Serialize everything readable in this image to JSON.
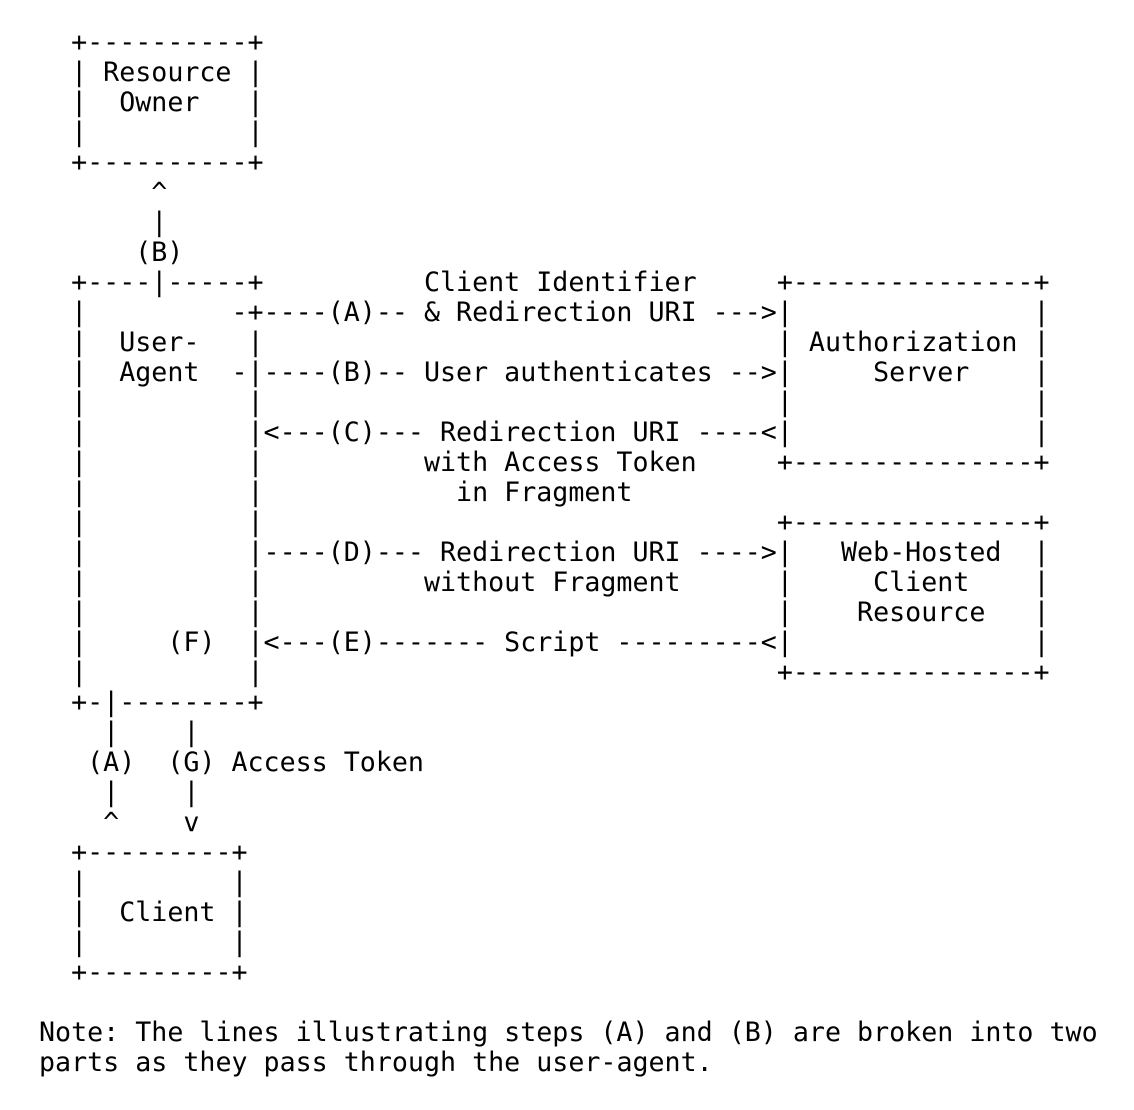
{
  "lines": [
    "  +----------+",
    "  | Resource |",
    "  |  Owner   |",
    "  |          |",
    "  +----------+",
    "       ^",
    "       |",
    "      (B)",
    "  +----|-----+          Client Identifier     +---------------+",
    "  |         -+----(A)-- & Redirection URI --->|               |",
    "  |  User-   |                                | Authorization |",
    "  |  Agent  -|----(B)-- User authenticates -->|     Server    |",
    "  |          |                                |               |",
    "  |          |<---(C)--- Redirection URI ----<|               |",
    "  |          |          with Access Token     +---------------+",
    "  |          |            in Fragment",
    "  |          |                                +---------------+",
    "  |          |----(D)--- Redirection URI ---->|   Web-Hosted  |",
    "  |          |          without Fragment      |     Client    |",
    "  |          |                                |    Resource   |",
    "  |     (F)  |<---(E)------- Script ---------<|               |",
    "  |          |                                +---------------+",
    "  +-|--------+",
    "    |    |",
    "   (A)  (G) Access Token",
    "    |    |",
    "    ^    v",
    "  +---------+",
    "  |         |",
    "  |  Client |",
    "  |         |",
    "  +---------+",
    "",
    "Note: The lines illustrating steps (A) and (B) are broken into two",
    "parts as they pass through the user-agent."
  ]
}
